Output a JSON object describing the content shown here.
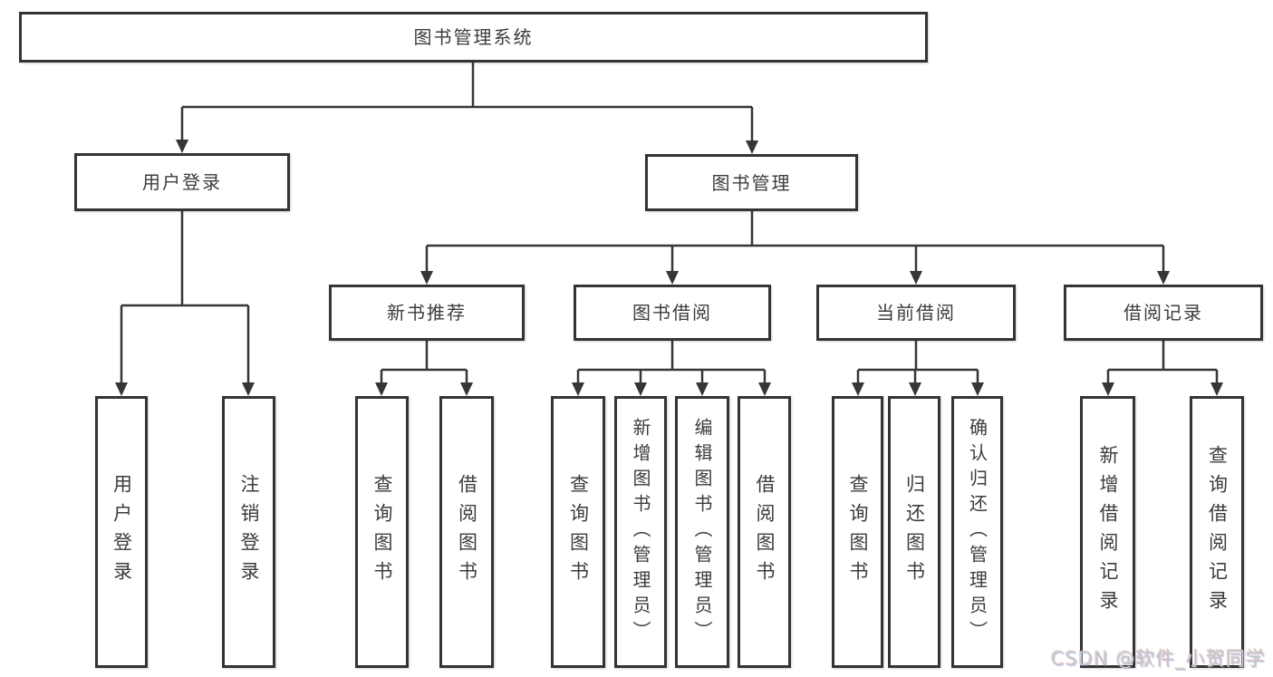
{
  "tree": {
    "root": {
      "label": "图书管理系统"
    },
    "user_login": {
      "label": "用户登录",
      "children": [
        "用户登录",
        "注销登录"
      ]
    },
    "book_mgmt": {
      "label": "图书管理"
    },
    "sections": {
      "new_book": {
        "label": "新书推荐",
        "children": [
          "查询图书",
          "借阅图书"
        ]
      },
      "borrow": {
        "label": "图书借阅",
        "children": [
          "查询图书",
          "新增图书（管理员）",
          "编辑图书（管理员）",
          "借阅图书"
        ]
      },
      "current": {
        "label": "当前借阅",
        "children": [
          "查询图书",
          "归还图书",
          "确认归还（管理员）"
        ]
      },
      "records": {
        "label": "借阅记录",
        "children": [
          "新增借阅记录",
          "查询借阅记录"
        ]
      }
    }
  },
  "colors": {
    "line": "#363636",
    "border": "#343434",
    "text": "#3c3c3c",
    "watermark": "#c6c6c6"
  },
  "watermark": {
    "text": "CSDN @软件_小贺同学"
  }
}
